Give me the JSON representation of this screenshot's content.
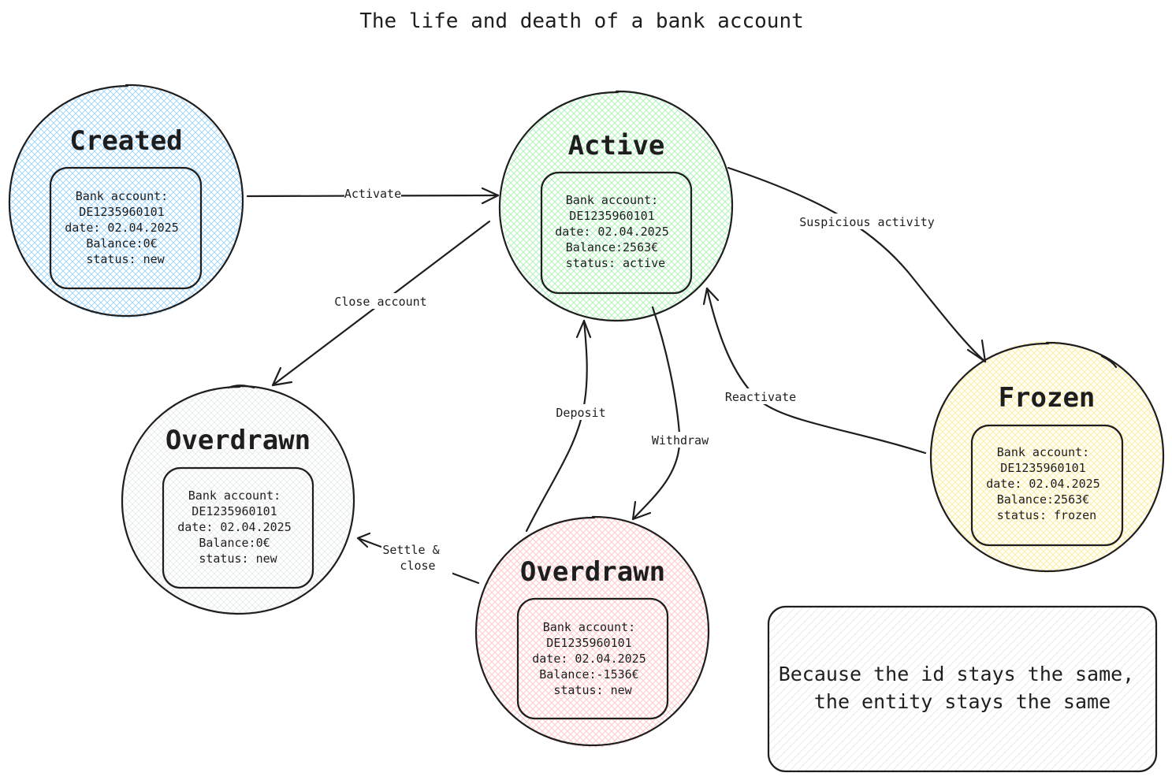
{
  "title": "The life and death of a bank account",
  "colors": {
    "created": "#a5d8ff",
    "active": "#b2f2bb",
    "frozen": "#ffec99",
    "overdrawn_closed": "#dee2e6",
    "overdrawn_negative": "#ffc9c9",
    "note": "#e9ecef",
    "stroke": "#1e1e1e"
  },
  "states": {
    "created": {
      "title": "Created",
      "lines": [
        "Bank account:",
        "DE1235960101",
        "date: 02.04.2025",
        "Balance:0€",
        "status: new"
      ]
    },
    "active": {
      "title": "Active",
      "lines": [
        "Bank account:",
        "DE1235960101",
        "date: 02.04.2025",
        "Balance:2563€",
        "status: active"
      ]
    },
    "frozen": {
      "title": "Frozen",
      "lines": [
        "Bank account:",
        "DE1235960101",
        "date: 02.04.2025",
        "Balance:2563€",
        "status: frozen"
      ]
    },
    "closed": {
      "title": "Overdrawn",
      "lines": [
        "Bank account:",
        "DE1235960101",
        "date: 02.04.2025",
        "Balance:0€",
        "status: new"
      ]
    },
    "overdrawn": {
      "title": "Overdrawn",
      "lines": [
        "Bank account:",
        "DE1235960101",
        "date: 02.04.2025",
        "Balance:-1536€",
        "status: new"
      ]
    }
  },
  "transitions": {
    "activate": "Activate",
    "suspicious": "Suspicious activity",
    "close": "Close account",
    "reactivate": "Reactivate",
    "deposit": "Deposit",
    "withdraw": "Withdraw",
    "settle_1": "Settle &",
    "settle_2": "close"
  },
  "note": {
    "line1": "Because the id stays the same,",
    "line2": "the entity stays the same"
  }
}
